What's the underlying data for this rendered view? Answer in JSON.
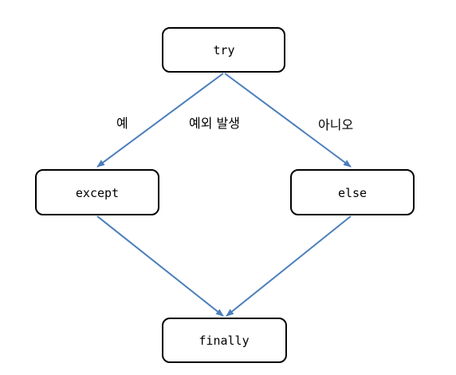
{
  "colors": {
    "edge": "#4a7ebb",
    "node_border": "#000000",
    "node_fill": "#ffffff",
    "text": "#000000"
  },
  "nodes": {
    "try": {
      "label": "try"
    },
    "except": {
      "label": "except"
    },
    "else": {
      "label": "else"
    },
    "finally": {
      "label": "finally"
    }
  },
  "edge_labels": {
    "yes": "예",
    "exception_raised": "예외 발생",
    "no": "아니오"
  }
}
